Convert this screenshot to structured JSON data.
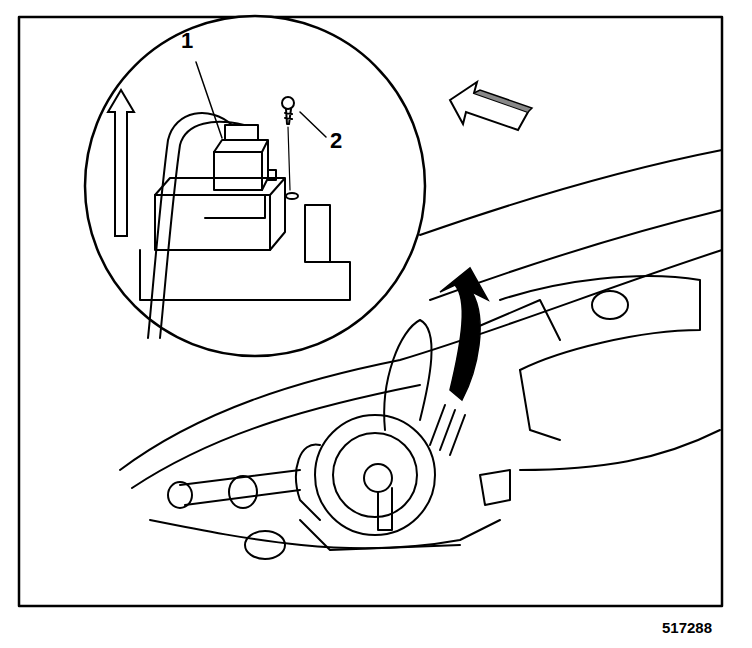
{
  "diagram": {
    "labels": [
      "1",
      "2",
      "517288"
    ]
  }
}
